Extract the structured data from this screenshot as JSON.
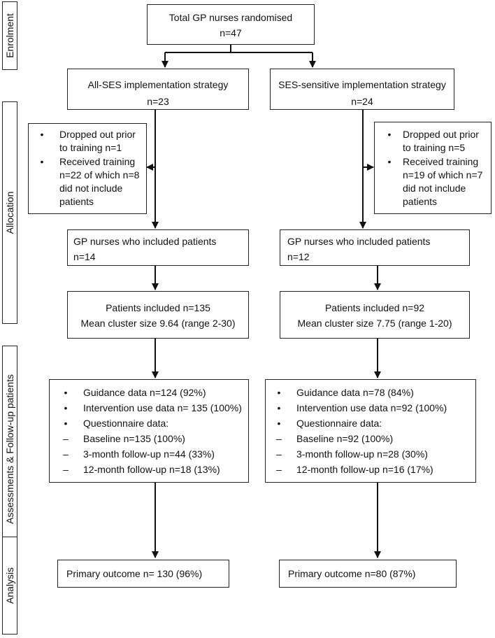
{
  "phases": {
    "enrolment": "Enrolment",
    "allocation": "Allocation",
    "assessments": "Assessments & Follow-up patients",
    "analysis": "Analysis"
  },
  "top": {
    "line1": "Total GP nurses randomised",
    "line2": "n=47"
  },
  "arms": [
    {
      "strategy": {
        "line1": "All-SES implementation strategy",
        "line2": "n=23"
      },
      "side_note": [
        "Dropped out prior to training n=1",
        "Received training n=22 of which n=8 did not include patients"
      ],
      "nurses": {
        "line1": "GP nurses who included patients",
        "line2": "n=14"
      },
      "patients": {
        "line1": "Patients included n=135",
        "line2": "Mean cluster size 9.64 (range 2-30)"
      },
      "data": {
        "bullets": [
          "Guidance data n=124 (92%)",
          "Intervention use data n= 135 (100%)",
          "Questionnaire data:"
        ],
        "dashes": [
          "Baseline n=135 (100%)",
          "3-month follow-up n=44 (33%)",
          "12-month follow-up n=18 (13%)"
        ]
      },
      "outcome": "Primary outcome n= 130 (96%)"
    },
    {
      "strategy": {
        "line1": "SES-sensitive implementation strategy",
        "line2": "n=24"
      },
      "side_note": [
        "Dropped out prior to training n=5",
        "Received training n=19 of which n=7 did not include patients"
      ],
      "nurses": {
        "line1": "GP nurses who included patients",
        "line2": "n=12"
      },
      "patients": {
        "line1": "Patients included n=92",
        "line2": "Mean cluster size 7.75 (range 1-20)"
      },
      "data": {
        "bullets": [
          "Guidance data n=78 (84%)",
          "Intervention use data n=92 (100%)",
          "Questionnaire data:"
        ],
        "dashes": [
          "Baseline n=92 (100%)",
          "3-month follow-up n=28 (30%)",
          "12-month follow-up n=16 (17%)"
        ]
      },
      "outcome": "Primary outcome n=80 (87%)"
    }
  ]
}
